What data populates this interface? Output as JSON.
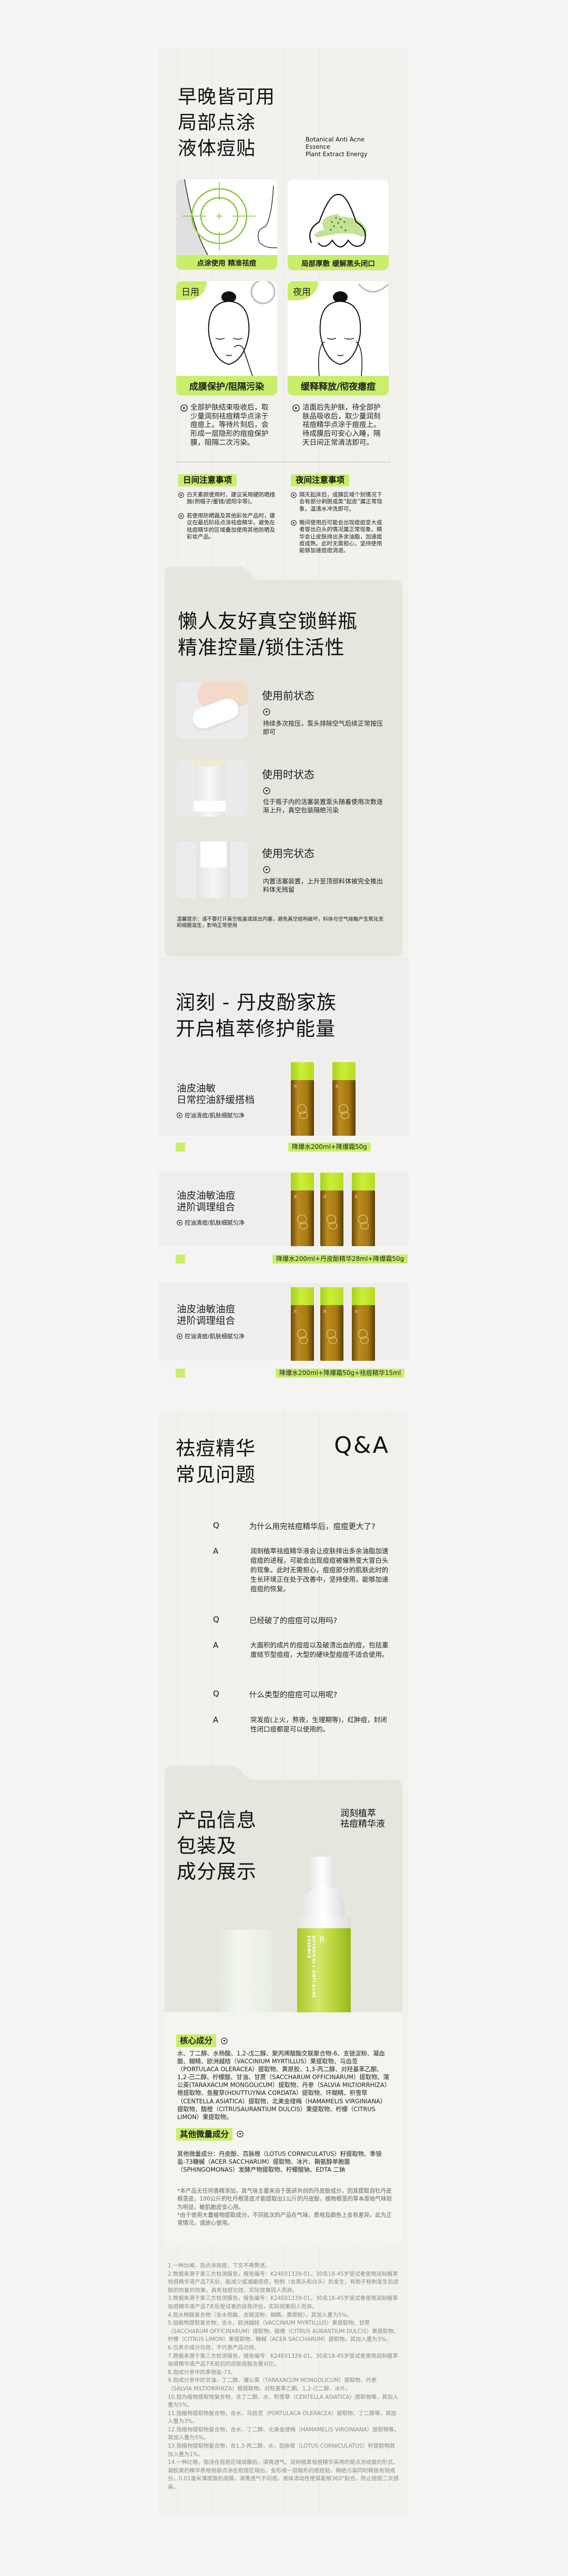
{
  "colors": {
    "accent": "#c8ee6a",
    "panel": "#e6e5de",
    "page": "#f2f1ee"
  },
  "hero": {
    "title_lines": [
      "早晚皆可用",
      "局部点涂",
      "液体痘贴"
    ],
    "english_lines": [
      "Botanical Anti Acne",
      "Essence",
      "Plant Extract Energy"
    ],
    "cards": [
      {
        "label": "点涂使用 精准祛痘",
        "icon": "target-icon"
      },
      {
        "label": "局部厚敷 缓解黑头闭口",
        "icon": "nose-icon"
      }
    ],
    "usage": [
      {
        "tag": "日用",
        "band": "成膜保护/阻隔污染",
        "desc": "全部护肤结束吸收后，取少量润刻祛痘精华点涂于痘痘上。等待片刻后，会形成一层隐形的痘痘保护膜，阻隔二次污染。"
      },
      {
        "tag": "夜用",
        "band": "缓释释放/彻夜瘪痘",
        "desc": "洁面后先护肤，待全部护肤品吸收后，取少量润刻祛痘精华点涂于痘痘上。待成膜后可安心入睡，隔天日间正常清洁即可。"
      }
    ],
    "notices": [
      {
        "title": "日间注意事项",
        "items": [
          "白天素颜使用时，建议采用硬防晒措施(例帽子/墨镜/遮阳伞等)。",
          "若使用防晒霜及其他彩妆产品时，建议在最后阶段点涂祛痘精华，避免在祛痘精华的区域叠加使用其他防晒及彩妆产品。"
        ]
      },
      {
        "title": "夜间注意事项",
        "items": [
          "隔天起床后，成膜区域个别情况下会有部分剥脱或类“起皮”属正常现象，温清水冲洗即可。",
          "晚间使用后可能会出现痘痘变大或者冒出白头的情况属正常现象。精华会让皮肤排出多余油脂，加速痘痘成熟。此时无需担心，坚持使用能够加速痘痘消退。"
        ]
      }
    ]
  },
  "vacuum": {
    "title_lines": [
      "懒人友好真空锁鲜瓶",
      "精准控量/锁住活性"
    ],
    "states": [
      {
        "title": "使用前状态",
        "desc": "持续多次按压，泵头排除空气后续正常按压即可"
      },
      {
        "title": "使用时状态",
        "desc": "位于瓶子内的活塞装置泵头随着使用次数逐渐上升，真空包装隔绝污染"
      },
      {
        "title": "使用完状态",
        "desc": "内置活塞装置，上升至顶部料体被完全推出料体无残留"
      }
    ],
    "tip": "温馨提示：请不要打开真空瓶盖或拔出内塞，避免真空结构破坏，料体与空气接触产生氧化变和细菌滋生，影响正常使用"
  },
  "family": {
    "title_lines": [
      "润刻 - 丹皮酚家族",
      "开启植萃修护能量"
    ],
    "combos": [
      {
        "heading_lines": [
          "油皮油敏",
          "日常控油舒缓搭档"
        ],
        "sub": "控油清痘/肌肤细腻匀净",
        "label": "降爆水200ml+降爆霜50g",
        "bottles": 2
      },
      {
        "heading_lines": [
          "油皮油敏油痘",
          "进阶调理组合"
        ],
        "sub": "控油清痘/肌肤细腻匀净",
        "label": "降爆水200ml+丹皮酚精华28ml+降爆霜50g",
        "bottles": 3
      },
      {
        "heading_lines": [
          "油皮油敏油痘",
          "进阶调理组合"
        ],
        "sub": "控油清痘/肌肤细腻匀净",
        "label": "降爆水200ml+降爆霜50g+祛痘精华15ml",
        "bottles": 3
      }
    ]
  },
  "faq": {
    "title_lines": [
      "祛痘精华",
      "常见问题"
    ],
    "qa_mark": "Q&A",
    "q_letter": "Q",
    "a_letter": "A",
    "items": [
      {
        "q": "为什么用完祛痘精华后，痘痘更大了?",
        "a": "润刻植萃祛痘精华液会让皮肤排出多余油脂加速痘痘的进程，可能会出现痘痘被催熟变大冒白头的现象。此时无需担心，痘痘部分的肌肤此时的生长环境正在处于改善中，坚持使用，能够加速痘痘的恢复。"
      },
      {
        "q": "已经破了的痘痘可以用吗?",
        "a": "大面积的成片的痘痘以及破溃出血的痘，包括重度结节型痘痘，大型的硬块型痘痘不适合使用。"
      },
      {
        "q": "什么类型的痘痘可以用呢?",
        "a": "突发痘(上火，熬夜，生理期等)，红肿痘，封闭性闭口痘都是可以使用的。"
      }
    ]
  },
  "product": {
    "title_lines": [
      "产品信息",
      "包装及",
      "成分展示"
    ],
    "name_lines": [
      "润刻植萃",
      "祛痘精华液"
    ],
    "bottle_text": "BOTANICAL+ ANTI-ACNE ESSENCE",
    "core_title": "核心成分",
    "core_text": "水、丁二醇、水杨酸、1,2-戊二醇、聚丙烯酸酯交联聚合物-6、支链淀粉、凝血酸、糊精、欧洲越桔（VACCINIUM MYRTILLUS）果提取物、马齿苋（PORTULACA OLERACEA）提取物、黄原胶、1,3-丙二醇、对羟基苯乙酮、1,2-己二醇、柠檬酸、甘油、甘蔗（SACCHARUM OFFICINARUM）提取物、蒲公英(TARAXACUM MONGOLICUM）提取物、丹参（SALVIA MILTIORRHIZA）根提取物、鱼腥草(HOUTTUYNIA CORDATA）提取物、环糊精、积雪草（CENTELLA ASIATICA）提取物、北美金缕梅（HAMAMELIS VIRGINIANA）提取物、酸橙（CITRUSAURANTIUM DULCIS）果提取物、柠檬（CITRUS LIMON）果提取物。",
    "other_title": "其他微量成分",
    "other_text": "其他微量成分：丹皮酚、百脉根（LOTUS CORNICULATUS）籽提取物、季铵盐-73糖槭（ACER SACCHARUM）提取物、冰片、鞘氨醇单胞菌（SPHINGOMONAS）发酵产物提取物、柠檬酸钠、EDTA 二钠",
    "notes": [
      "*本产品无任何香精添加，其气味主要来自于医研共创的丹皮酚成分，因其提取自牡丹皮根茎皮，100公斤的牡丹根茎皮才能提取出1公斤的丹皮酚，植物根茎的草本原始气味较为明显。敏肌脆皮安心用。",
      "*由于使用大量植物提取成分，不同批次的产品在气味，质地及颜色上会有差异，此为正常情况，请放心使用。"
    ]
  },
  "footnotes": [
    "1.一种比喻，指点涂祛痘，下文不再赘述。",
    "2.数据来源于第三方检测报告，报告编号：K24E01339-01，30名18-45岁受试者使用润刻植萃祛痘精华液产品7天后，能减少或减缓痘痘，粉刺（含黑头和白头）的发生，有助于粉刺发生后皮肤的恢复的效果，具有祛痘功效，实际效果因人而异。",
    "3.数据来源于第三方检测报告，报告编号：K24E01339-01，30名18-45岁受试者使用润刻植萃祛痘精华液产品7天后受试者的自我评估，实际效果因人而异。",
    "4.指水杨酸复合物（含水杨酸、支链淀粉、糊精、黄原胶），其加入量为5%。",
    "5.指植物提取复合物，含水，欧洲越桔（VACCINIUM MYRTILLUS）果提取物、甘蔗（SACCHARUM OFFICINARUM）提取物、酸橙（CITRUS AURANTIUM DULCIS）果提取物、柠檬（CITRUS LIMON）果提取物、糖槭（ACER SACCHARUM）提取物，其加入量为3%。",
    "6.仅表示成分功效，不代表产品功效。",
    "7.数据来源于第三方检测报告，报告编号：K24E01339-01，30名18-45岁受试者使用润刻植萃祛痘精华液产品7天前后的皮肤皮脂含量对比。",
    "8.指成分表中的季铵盐-73。",
    "9.指成分表中的甘油、丁二醇、蒲公英（TARAXACUM MONGOLICUM）提取物、丹参（SALVIA MILTIORRHIZA）根提取物、对羟基苯乙酮、1,2-己二醇、冰片。",
    "10.指为植物提取物复合物，含丁二醇、水、积雪草（CENTELLA ASIATICA）提取物等，其加入量为5%。",
    "11.指植物提取物复合物，含水、马齿苋（PORTULACA OLERACEA）提取物、丁二醇等，其加入量为3%。",
    "12.指植物提取物复合物，含水、丁二醇、北美金缕梅（HAMAMELIS VIRGINIANA）提取物等，其加入量为5%。",
    "13.指植物提取物复合物，含1,3-丙二醇，水，百脉根（LOTUS CORNICULATUS）籽提取物其加入量为1%。",
    "14.一种比喻，指涂在痘痘区域成膜后，清爽透气。润刻植萃祛痘精华采用的是点涂成膜的形式。凝胶类的精华质地局部点涂在痘痘区域后，会形成一层隐形的痘痘贴，隔绝污染同时释放有效成分。0.01毫米薄度隐形成膜，清爽透气不闷痘。液体流动性使其能够360°贴合，防止痘痘二次感染。"
  ]
}
